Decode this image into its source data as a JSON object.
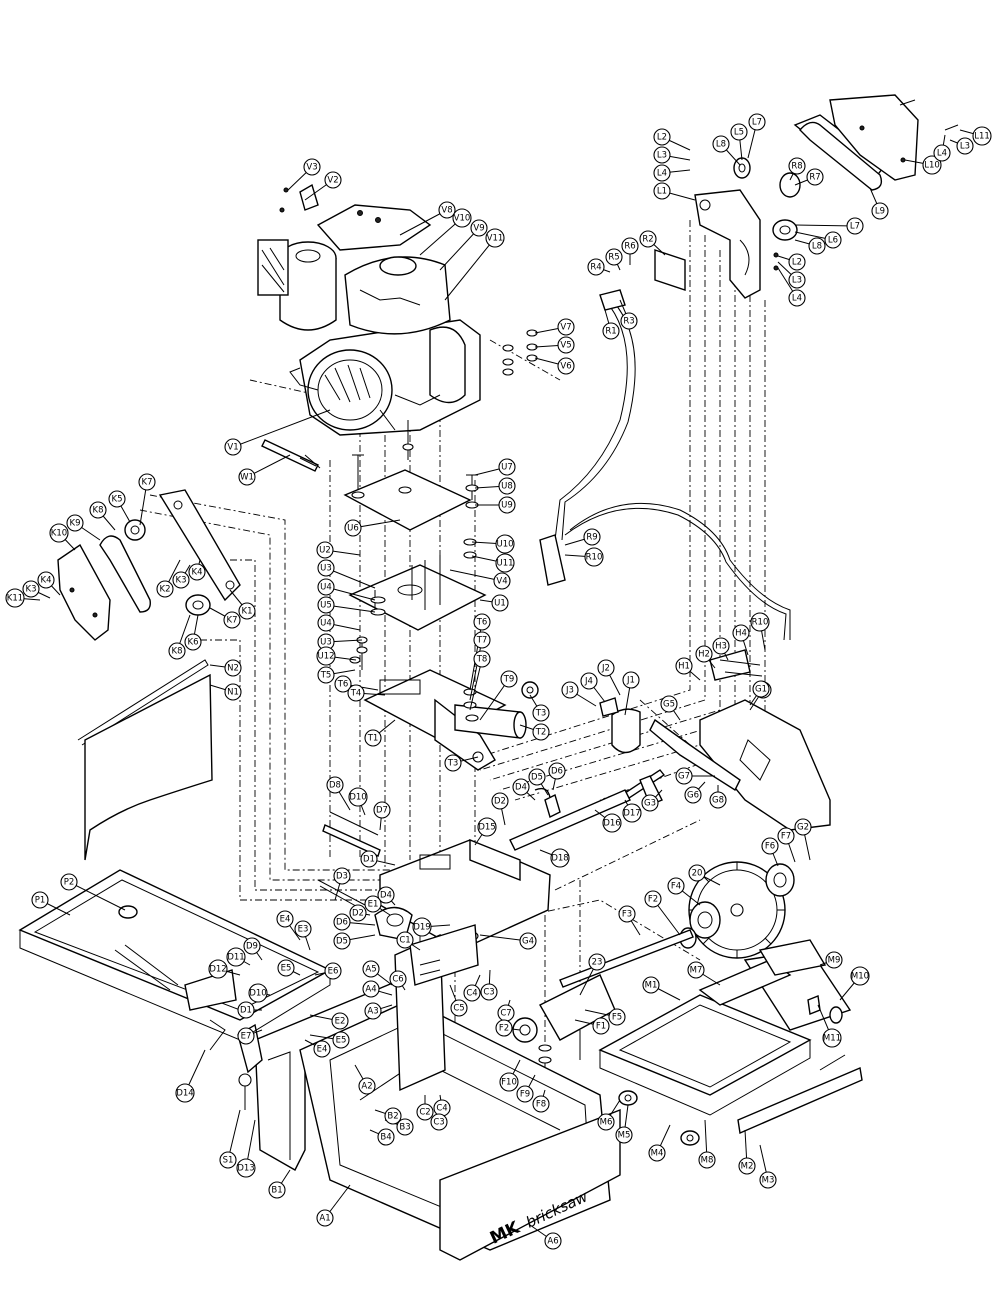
{
  "brand": {
    "logo": "MK",
    "wordmark": "bricksaw"
  },
  "callouts": [
    "A1",
    "A2",
    "A3",
    "A4",
    "A5",
    "A6",
    "B1",
    "B2",
    "B3",
    "B4",
    "C1",
    "C2",
    "C3",
    "C4",
    "C5",
    "C6",
    "C7",
    "D1",
    "D2",
    "D3",
    "D4",
    "D5",
    "D6",
    "D7",
    "D8",
    "D9",
    "D10",
    "D11",
    "D12",
    "D13",
    "D14",
    "D15",
    "D16",
    "D17",
    "D18",
    "D19",
    "E1",
    "E2",
    "E3",
    "E4",
    "E5",
    "E6",
    "E7",
    "F1",
    "F2",
    "F3",
    "F4",
    "F5",
    "F6",
    "F7",
    "F8",
    "F9",
    "F10",
    "G1",
    "G2",
    "G3",
    "G4",
    "G5",
    "G6",
    "G7",
    "G8",
    "H1",
    "H2",
    "H3",
    "H4",
    "J1",
    "J2",
    "J3",
    "J4",
    "K1",
    "K2",
    "K3",
    "K4",
    "K5",
    "K6",
    "K7",
    "K8",
    "K9",
    "K10",
    "K11",
    "L1",
    "L2",
    "L3",
    "L4",
    "L5",
    "L6",
    "L7",
    "L8",
    "L9",
    "L10",
    "L11",
    "M1",
    "M2",
    "M3",
    "M4",
    "M5",
    "M6",
    "M7",
    "M8",
    "M9",
    "M10",
    "M11",
    "N1",
    "N2",
    "P1",
    "P2",
    "R1",
    "R2",
    "R3",
    "R4",
    "R5",
    "R6",
    "R7",
    "R8",
    "R9",
    "R10",
    "S1",
    "T1",
    "T2",
    "T3",
    "T4",
    "T5",
    "T6",
    "T7",
    "T8",
    "T9",
    "U1",
    "U2",
    "U3",
    "U4",
    "U5",
    "U6",
    "U7",
    "U8",
    "U9",
    "U10",
    "U11",
    "U12",
    "V1",
    "V2",
    "V3",
    "V4",
    "V5",
    "V6",
    "V7",
    "V8",
    "V9",
    "V10",
    "V11",
    "W1",
    "20",
    "23"
  ]
}
